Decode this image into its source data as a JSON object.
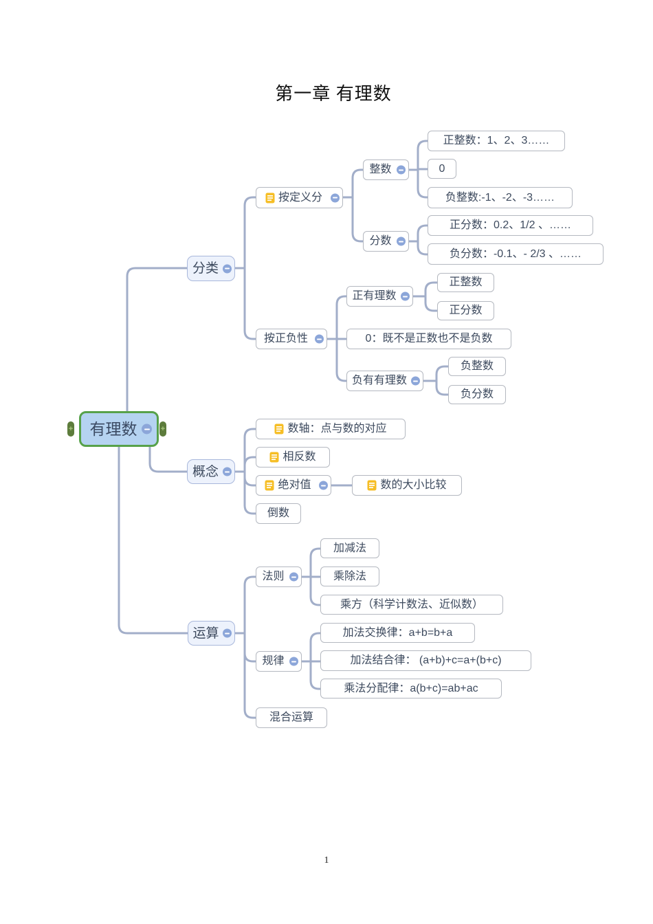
{
  "page": {
    "title": "第一章 有理数",
    "page_number": "1"
  },
  "colors": {
    "root_fill": "#b5d3f1",
    "root_border_green": "#57a14a",
    "branch_fill": "#edf2fc",
    "branch_border": "#a8b7db",
    "topic_border": "#b4b8c0",
    "connector_line": "#a2aec9",
    "collapse_control": "#8ca6d9",
    "document_icon_yellow": "#f6be25",
    "node_text": "#3d4a5e",
    "handle_green": "#5d7c3c"
  },
  "icons": {
    "document": "document-icon",
    "collapse": "collapse-minus-icon",
    "handle": "add-child-handle"
  },
  "mindmap": {
    "nodes": [
      {
        "label": "有理数",
        "type": "root",
        "collapsible": true
      },
      {
        "label": "分类",
        "type": "branch",
        "collapsible": true
      },
      {
        "label": "按定义分",
        "type": "topic",
        "icon": "document",
        "collapsible": true
      },
      {
        "label": "整数",
        "type": "topic",
        "collapsible": true
      },
      {
        "label": "正整数：1、2、3……",
        "type": "leaf"
      },
      {
        "label": "0",
        "type": "leaf"
      },
      {
        "label": "负整数:-1、-2、-3……",
        "type": "leaf"
      },
      {
        "label": "分数",
        "type": "topic",
        "collapsible": true
      },
      {
        "label": "正分数：0.2、1/2 、……",
        "type": "leaf"
      },
      {
        "label": "负分数：-0.1、- 2/3 、……",
        "type": "leaf"
      },
      {
        "label": "按正负性",
        "type": "topic",
        "collapsible": true
      },
      {
        "label": "正有理数",
        "type": "topic",
        "collapsible": true
      },
      {
        "label": "正整数",
        "type": "leaf"
      },
      {
        "label": "正分数",
        "type": "leaf"
      },
      {
        "label": "0：既不是正数也不是负数",
        "type": "leaf"
      },
      {
        "label": "负有有理数",
        "type": "topic",
        "collapsible": true
      },
      {
        "label": "负整数",
        "type": "leaf"
      },
      {
        "label": "负分数",
        "type": "leaf"
      },
      {
        "label": "概念",
        "type": "branch",
        "collapsible": true
      },
      {
        "label": "数轴：点与数的对应",
        "type": "topic",
        "icon": "document"
      },
      {
        "label": "相反数",
        "type": "topic",
        "icon": "document"
      },
      {
        "label": "绝对值",
        "type": "topic",
        "icon": "document",
        "collapsible": true
      },
      {
        "label": "数的大小比较",
        "type": "leaf",
        "icon": "document"
      },
      {
        "label": "倒数",
        "type": "topic"
      },
      {
        "label": "运算",
        "type": "branch",
        "collapsible": true
      },
      {
        "label": "法则",
        "type": "topic",
        "collapsible": true
      },
      {
        "label": "加减法",
        "type": "leaf"
      },
      {
        "label": "乘除法",
        "type": "leaf"
      },
      {
        "label": "乘方（科学计数法、近似数）",
        "type": "leaf"
      },
      {
        "label": "规律",
        "type": "topic",
        "collapsible": true
      },
      {
        "label": "加法交换律：a+b=b+a",
        "type": "leaf"
      },
      {
        "label": "加法结合律： (a+b)+c=a+(b+c)",
        "type": "leaf"
      },
      {
        "label": "乘法分配律：a(b+c)=ab+ac",
        "type": "leaf"
      },
      {
        "label": "混合运算",
        "type": "topic"
      }
    ],
    "structure": {
      "有理数": {
        "分类": {
          "按定义分": {
            "整数": [
              "正整数：1、2、3……",
              "0",
              "负整数:-1、-2、-3……"
            ],
            "分数": [
              "正分数：0.2、1/2 、……",
              "负分数：-0.1、- 2/3 、……"
            ]
          },
          "按正负性": {
            "正有理数": [
              "正整数",
              "正分数"
            ],
            "0：既不是正数也不是负数": [],
            "负有有理数": [
              "负整数",
              "负分数"
            ]
          }
        },
        "概念": {
          "数轴：点与数的对应": [],
          "相反数": [],
          "绝对值": [
            "数的大小比较"
          ],
          "倒数": []
        },
        "运算": {
          "法则": [
            "加减法",
            "乘除法",
            "乘方（科学计数法、近似数）"
          ],
          "规律": [
            "加法交换律：a+b=b+a",
            "加法结合律： (a+b)+c=a+(b+c)",
            "乘法分配律：a(b+c)=ab+ac"
          ],
          "混合运算": []
        }
      }
    }
  }
}
